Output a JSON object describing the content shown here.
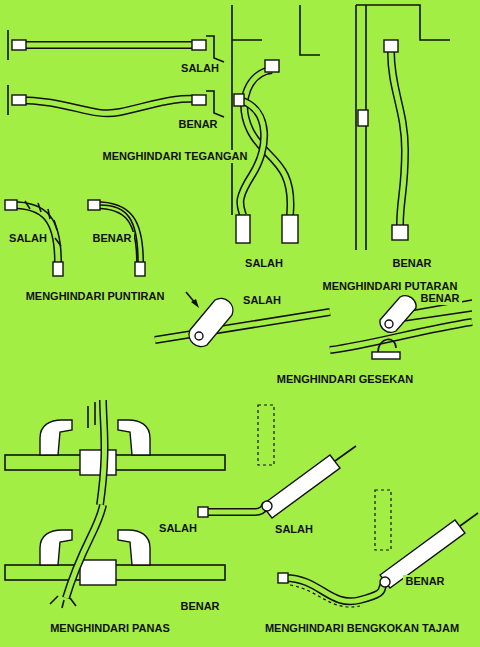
{
  "diagram": {
    "labels": [
      "SALAH",
      "BENAR",
      "MENGHINDARI TEGANGAN",
      "SALAH",
      "BENAR",
      "MENGHINDARI PUTARAN",
      "SALAH",
      "BENAR",
      "MENGHINDARI PUNTIRAN",
      "SALAH",
      "BENAR",
      "MENGHINDARI GESEKAN",
      "SALAH",
      "BENAR",
      "MENGHINDARI PANAS",
      "SALAH",
      "BENAR",
      "MENGHINDARI BENGKOKAN TAJAM"
    ]
  }
}
